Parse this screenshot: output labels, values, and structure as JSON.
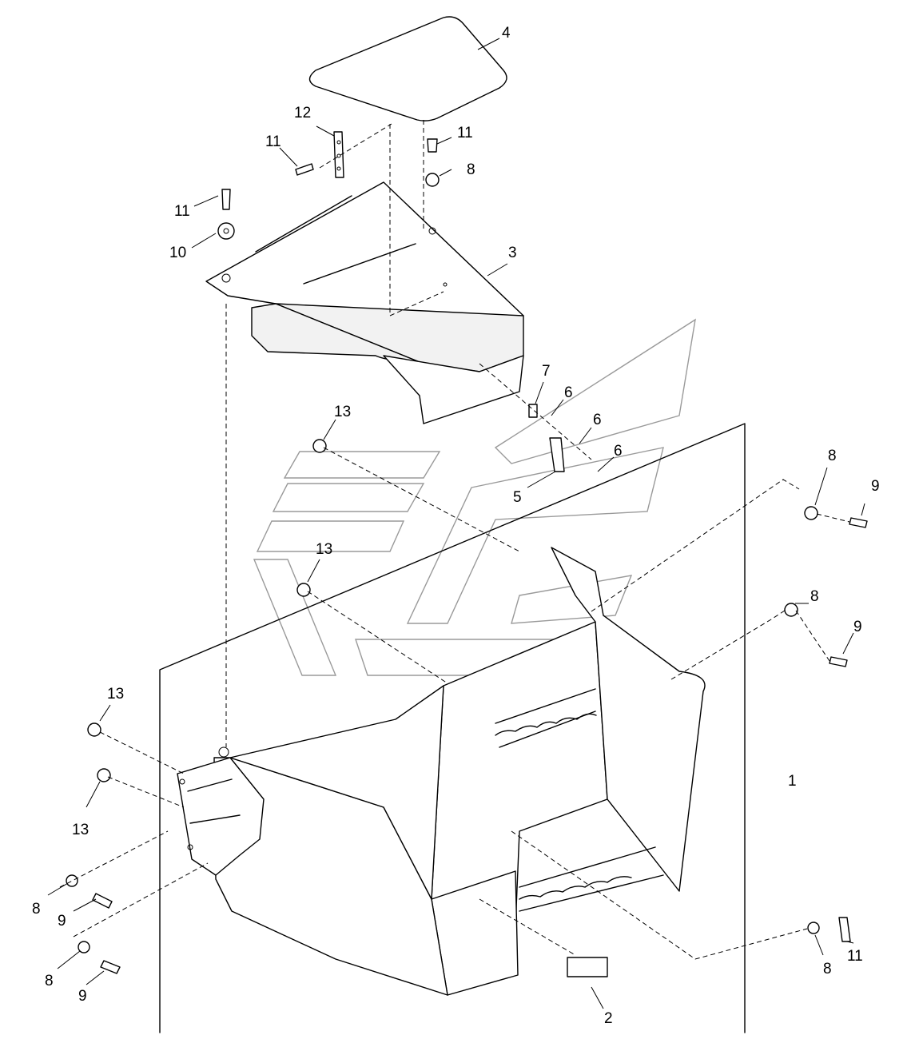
{
  "labels": {
    "l1": "1",
    "l2": "2",
    "l3": "3",
    "l4": "4",
    "l5": "5",
    "l6a": "6",
    "l6b": "6",
    "l6c": "6",
    "l7": "7",
    "l8a": "8",
    "l8b": "8",
    "l8c": "8",
    "l8d": "8",
    "l8e": "8",
    "l8f": "8",
    "l9a": "9",
    "l9b": "9",
    "l9c": "9",
    "l9d": "9",
    "l10": "10",
    "l11a": "11",
    "l11b": "11",
    "l11c": "11",
    "l11d": "11",
    "l12": "12",
    "l13a": "13",
    "l13b": "13",
    "l13c": "13",
    "l13d": "13"
  }
}
